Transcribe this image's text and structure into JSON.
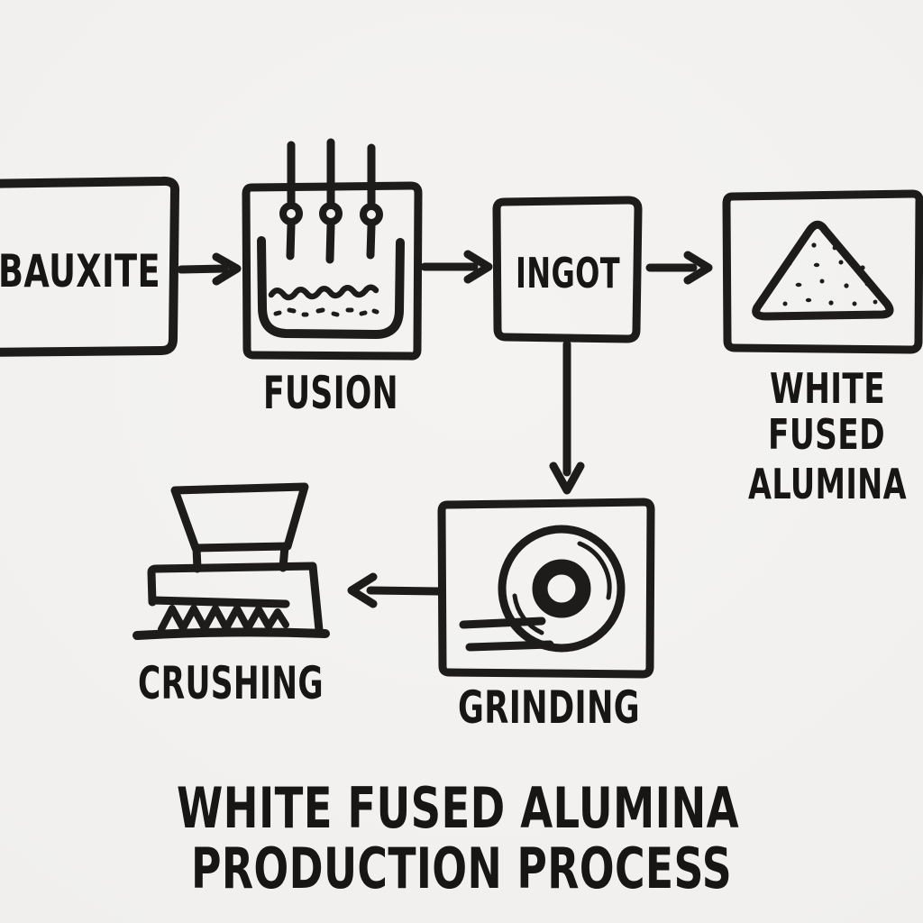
{
  "title": {
    "line1": "WHITE FUSED ALUMINA",
    "line2": "PRODUCTION PROCESS"
  },
  "nodes": {
    "bauxite": {
      "label": "BAUXITE",
      "kind": "text-box"
    },
    "fusion": {
      "label": "FUSION",
      "kind": "icon-box",
      "icon": "electric-arc-furnace"
    },
    "ingot": {
      "label": "INGOT",
      "kind": "text-box"
    },
    "white_fused_alumina": {
      "label_lines": [
        "WHITE",
        "FUSED",
        "ALUMINA"
      ],
      "kind": "icon-box",
      "icon": "abrasive-grain-triangle"
    },
    "grinding": {
      "label": "GRINDING",
      "kind": "icon-box",
      "icon": "grinding-wheel"
    },
    "crushing": {
      "label": "CRUSHING",
      "kind": "icon-only",
      "icon": "crusher-press"
    }
  },
  "edges": [
    {
      "from": "BAUXITE",
      "to": "FUSION",
      "direction": "right"
    },
    {
      "from": "FUSION",
      "to": "INGOT",
      "direction": "right"
    },
    {
      "from": "INGOT",
      "to": "WHITE FUSED ALUMINA",
      "direction": "right"
    },
    {
      "from": "INGOT",
      "to": "GRINDING",
      "direction": "down"
    },
    {
      "from": "GRINDING",
      "to": "CRUSHING",
      "direction": "left"
    }
  ],
  "colors": {
    "paper": "#f1f0ee",
    "ink": "#1d1c1a",
    "text": "#171614"
  },
  "style": "hand-drawn marker sketch on paper"
}
